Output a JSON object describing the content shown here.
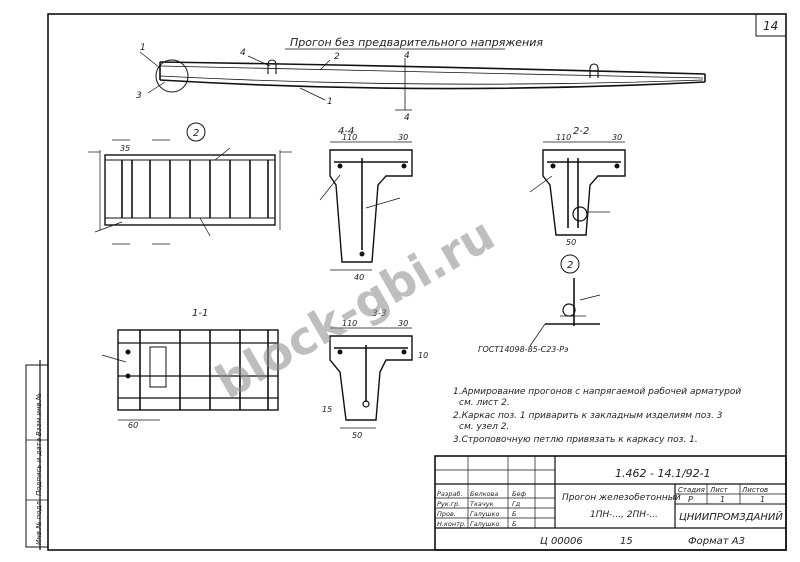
{
  "page_number": "14",
  "top_title": "Прогон без предварительного напряжения",
  "top_callouts": [
    "1",
    "2",
    "3",
    "4",
    "4",
    "1",
    "4"
  ],
  "views": {
    "node_marker": "2",
    "node2_marker": "2",
    "section_4_4": "4-4",
    "section_2_2": "2-2",
    "section_1_1": "1-1",
    "section_3_3": "3-3",
    "dim_110": "110",
    "dim_30": "30",
    "dim_35": "35",
    "dim_40": "40",
    "dim_50": "50",
    "dim_60": "60",
    "dim_15": "15",
    "dim_10": "10"
  },
  "gost_label": "ГОСТ14098-85-С23-Рэ",
  "notes": [
    "1.Армирование прогонов с напрягаемой рабочей арматурой",
    "см. лист 2.",
    "2.Каркас поз. 1 приварить к закладным изделиям поз. 3",
    "см. узел 2.",
    "3.Строповочную петлю привязать к каркасу поз. 1."
  ],
  "title_block": {
    "doc_code": "1.462 - 14.1/92-1",
    "name_line1": "Прогон железобетонный",
    "name_line2": "1ПН-..., 2ПН-...",
    "stage_headers": [
      "Стадия",
      "Лист",
      "Листов"
    ],
    "stage_values": [
      "Р",
      "1",
      "1"
    ],
    "org": "ЦНИИПРОМЗДАНИЙ",
    "roles": [
      "Разраб.",
      "Рук.гр.",
      "Пров.",
      "Н.контр."
    ],
    "names": [
      "Белкова",
      "Ткачук",
      "Галушко",
      "Галушко"
    ],
    "signs": [
      "Беф",
      "Гд",
      "Б",
      "Б"
    ]
  },
  "bottom_left_code": "Ц 00006",
  "bottom_mid_number": "15",
  "format_label": "Формат А3",
  "side_stamp": [
    "Инв.№ подл.",
    "Подпись и дата",
    "Взам.инв.№"
  ],
  "watermark": "block-gbi.ru"
}
